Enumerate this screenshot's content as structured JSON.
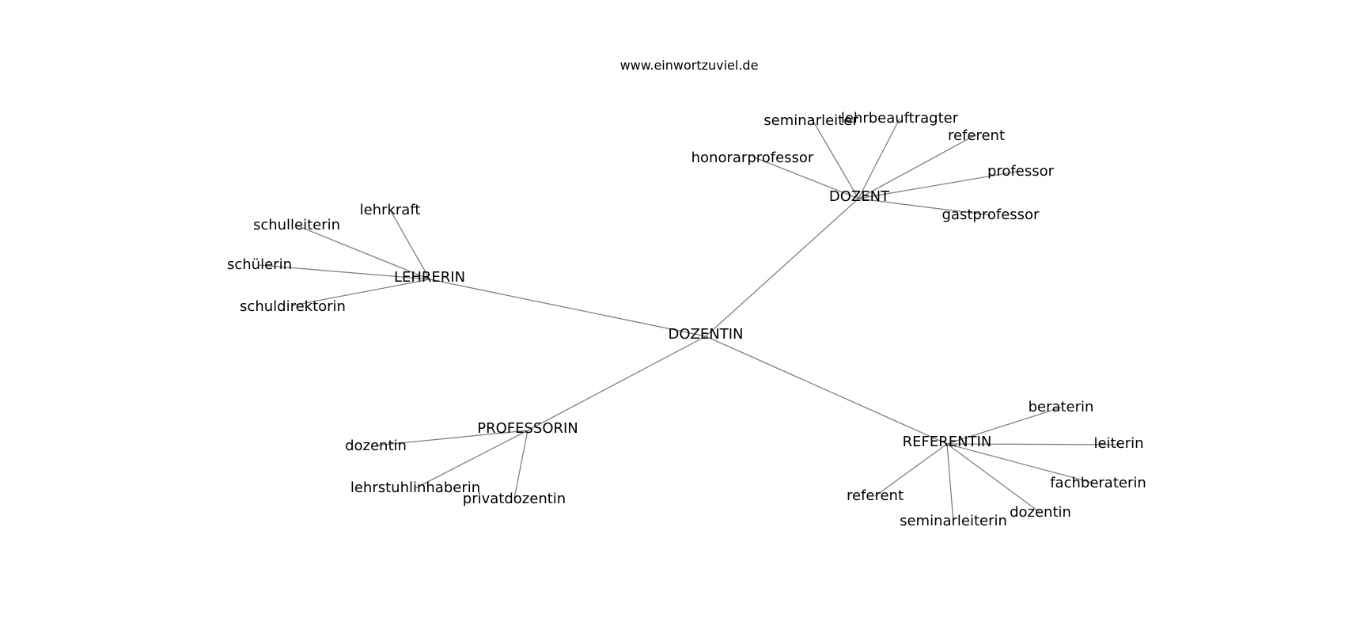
{
  "source": "www.einwortzuviel.de",
  "graph": {
    "root": "DOZENTIN",
    "groups": [
      {
        "hub": "DOZENT",
        "leaves": [
          "seminarleiter",
          "lehrbeauftragter",
          "referent",
          "honorarprofessor",
          "professor",
          "gastprofessor"
        ]
      },
      {
        "hub": "LEHRERIN",
        "leaves": [
          "lehrkraft",
          "schulleiterin",
          "schülerin",
          "schuldirektorin"
        ]
      },
      {
        "hub": "PROFESSORIN",
        "leaves": [
          "dozentin",
          "lehrstuhlinhaberin",
          "privatdozentin"
        ]
      },
      {
        "hub": "REFERENTIN",
        "leaves": [
          "beraterin",
          "leiterin",
          "fachberaterin",
          "referent",
          "seminarleiterin",
          "dozentin"
        ]
      }
    ]
  }
}
